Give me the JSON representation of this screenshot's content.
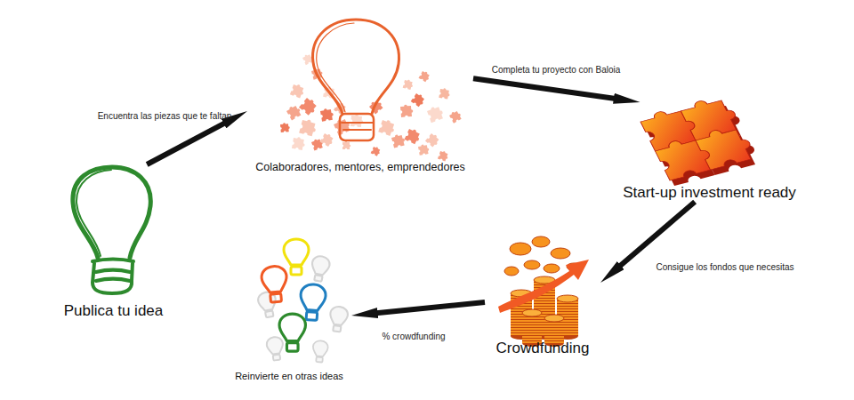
{
  "diagram": {
    "nodes": [
      {
        "text": [
          "Publica tu idea"
        ]
      },
      {
        "text": [
          "Colaboradores, mentores, emprendedores"
        ]
      },
      {
        "text": [
          "Start-up investment ready"
        ]
      },
      {
        "text": [
          "Crowdfunding"
        ]
      },
      {
        "text": [
          "Reinvierte en otras ideas"
        ]
      }
    ],
    "edges": [
      {
        "from": 0,
        "to": 1,
        "arrow": "to",
        "label": "Encuentra las piezas que te faltan"
      },
      {
        "from": 1,
        "to": 2,
        "arrow": "to",
        "label": "Completa tu proyecto con Baloia"
      },
      {
        "from": 2,
        "to": 3,
        "arrow": "to",
        "label": "Consigue los fondos que necesitas"
      },
      {
        "from": 3,
        "to": 4,
        "arrow": "to",
        "label": "% crowdfunding"
      }
    ]
  }
}
